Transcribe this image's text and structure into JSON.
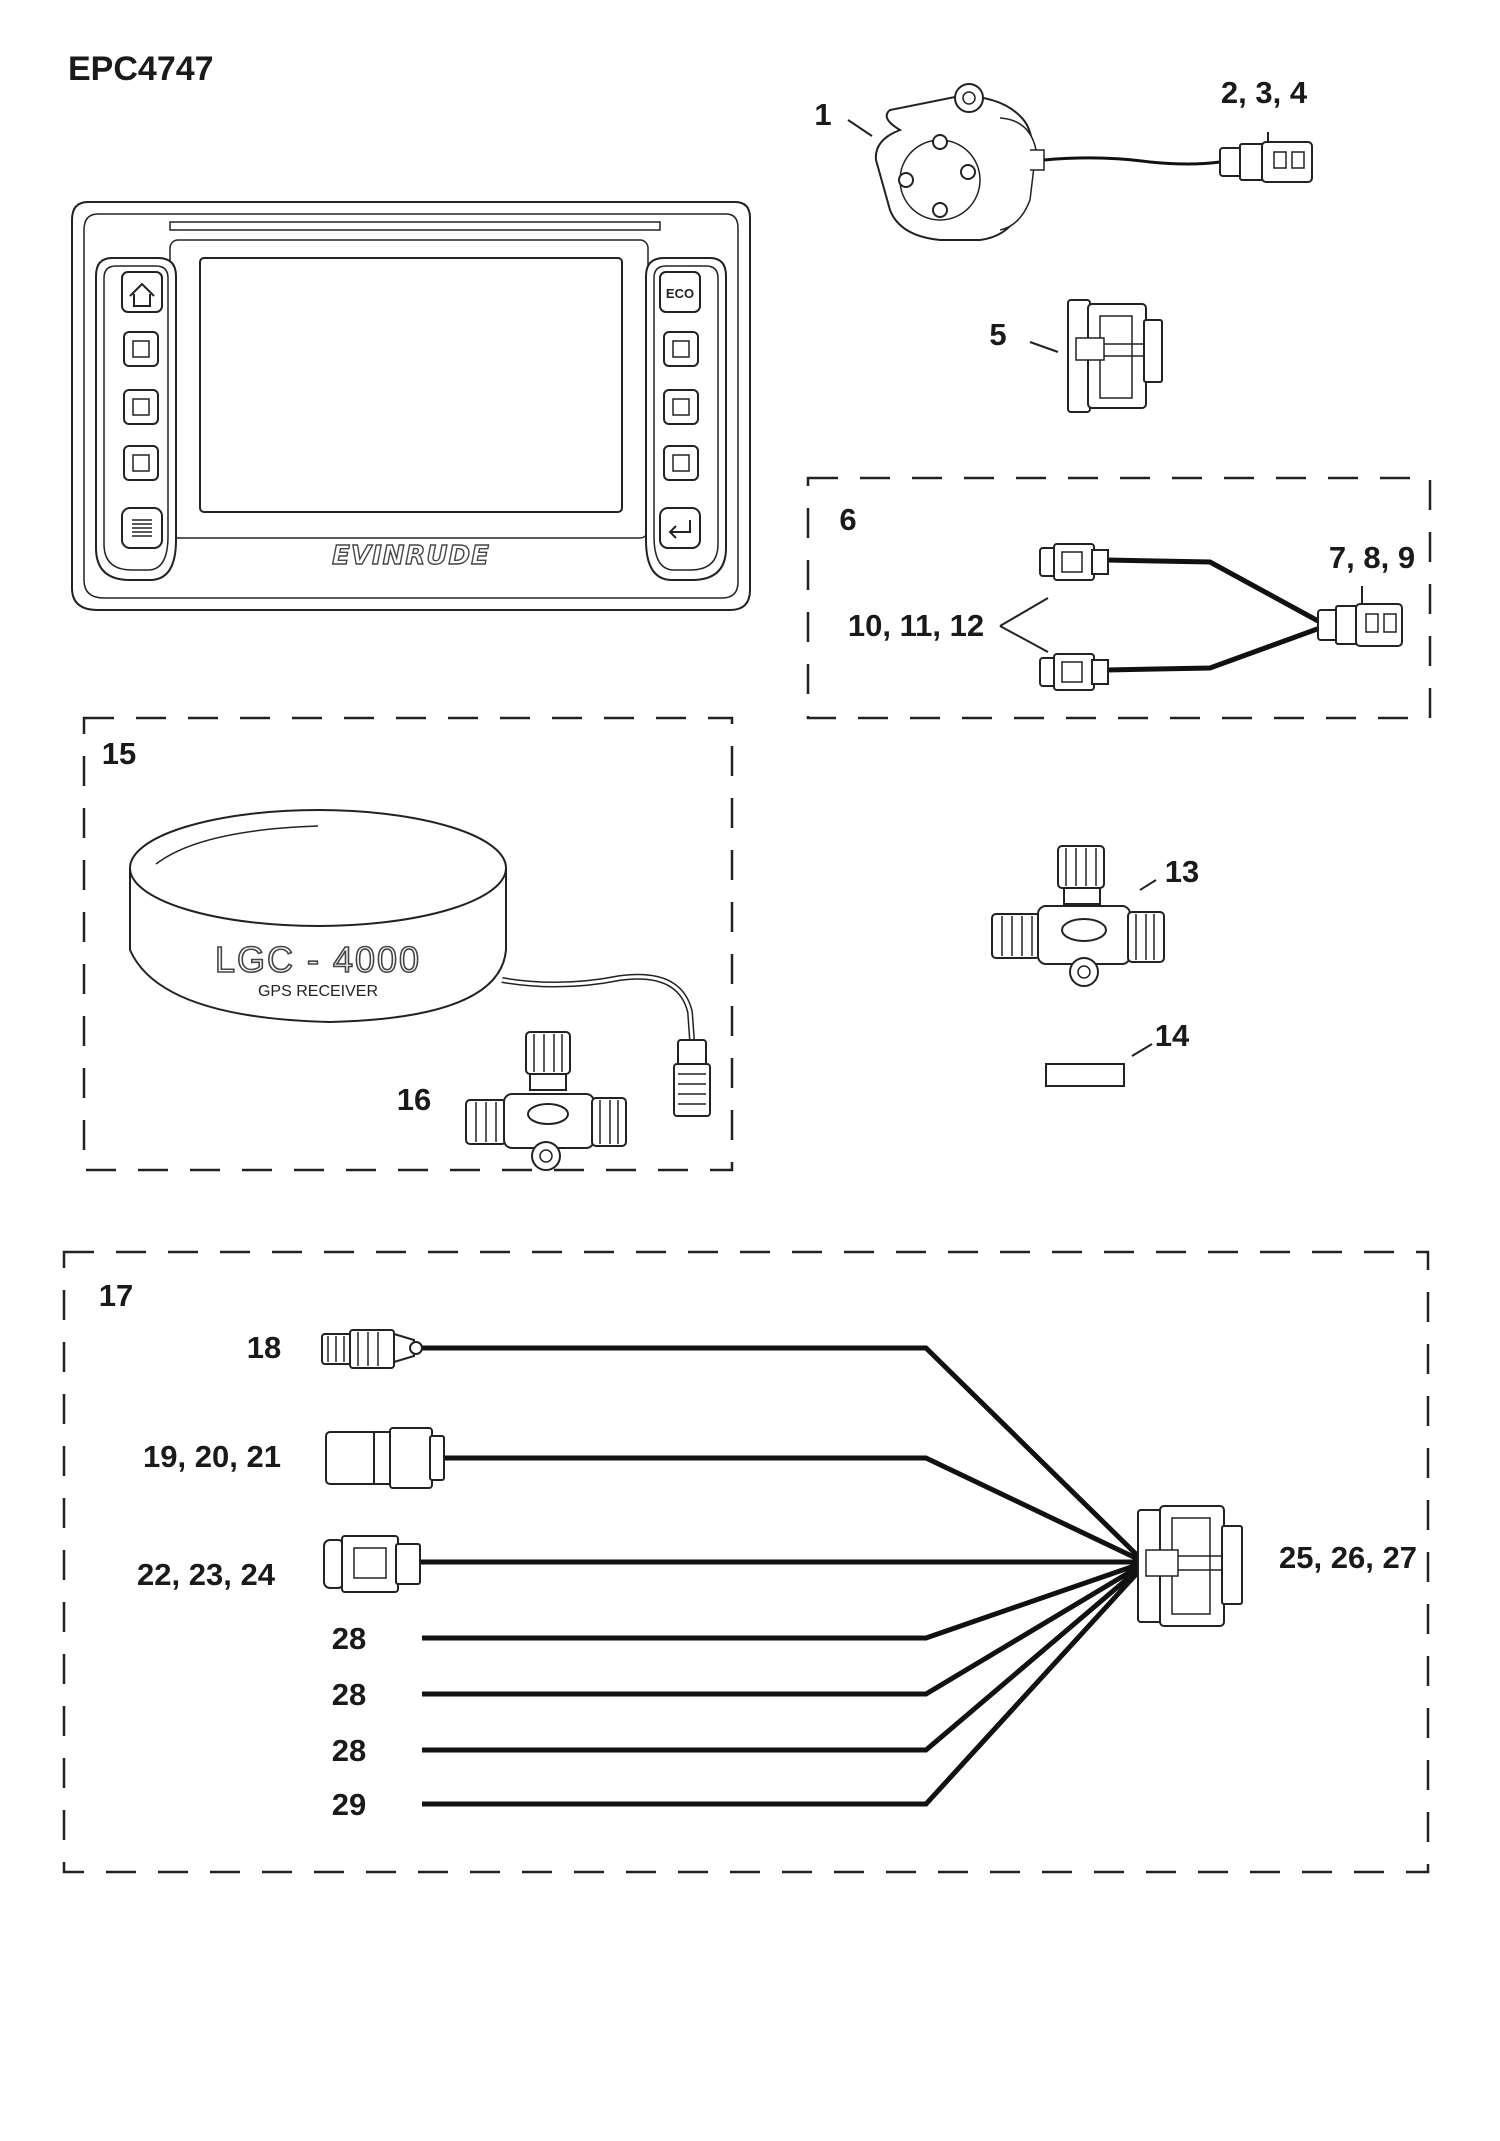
{
  "document_code": "EPC4747",
  "display": {
    "brand": "EVINRUDE",
    "buttons_left": [
      "home-icon",
      "square-button-icon",
      "square-button-icon",
      "square-button-icon",
      "menu-list-icon"
    ],
    "buttons_right": [
      "eco-icon",
      "square-button-icon",
      "square-button-icon",
      "square-button-icon",
      "enter-return-icon"
    ],
    "eco_text": "ECO"
  },
  "gps_receiver": {
    "model": "LGC - 4000",
    "caption": "GPS RECEIVER"
  },
  "callouts": {
    "c1": "1",
    "c2_3_4": "2, 3, 4",
    "c5": "5",
    "c6": "6",
    "c7_8_9": "7, 8, 9",
    "c10_11_12": "10, 11, 12",
    "c13": "13",
    "c14": "14",
    "c15": "15",
    "c16": "16",
    "c17": "17",
    "c18": "18",
    "c19_20_21": "19, 20, 21",
    "c22_23_24": "22, 23, 24",
    "c25_26_27": "25, 26, 27",
    "c28a": "28",
    "c28b": "28",
    "c28c": "28",
    "c29": "29"
  }
}
